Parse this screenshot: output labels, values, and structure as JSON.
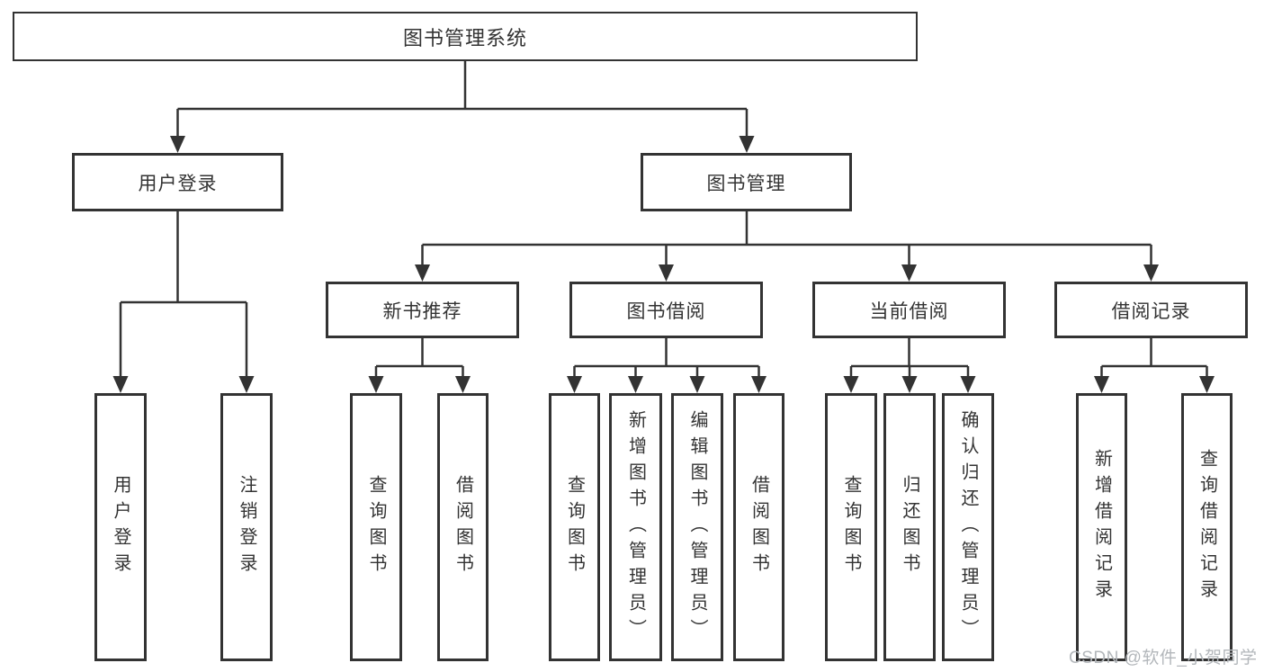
{
  "diagram": {
    "colors": {
      "line": "#333333",
      "text": "#333333",
      "background": "#ffffff",
      "watermark": "#b3b7bb"
    },
    "watermark": "CSDN @软件_小贺同学",
    "nodes": {
      "root": {
        "label": "图书管理系统"
      },
      "user_login": {
        "label": "用户登录"
      },
      "book_mgmt": {
        "label": "图书管理"
      },
      "new_book_rec": {
        "label": "新书推荐"
      },
      "book_borrow": {
        "label": "图书借阅"
      },
      "current_borrow": {
        "label": "当前借阅"
      },
      "borrow_record": {
        "label": "借阅记录"
      },
      "leaf_user_login": {
        "label": "用户登录"
      },
      "leaf_logout": {
        "label": "注销登录"
      },
      "rec_query_book": {
        "label": "查询图书"
      },
      "rec_borrow_book": {
        "label": "借阅图书"
      },
      "bb_query_book": {
        "label": "查询图书"
      },
      "bb_add_book": {
        "label": "新增图书（管理员）"
      },
      "bb_edit_book": {
        "label": "编辑图书（管理员）"
      },
      "bb_borrow_book": {
        "label": "借阅图书"
      },
      "cb_query_book": {
        "label": "查询图书"
      },
      "cb_return_book": {
        "label": "归还图书"
      },
      "cb_confirm_return": {
        "label": "确认归还（管理员）"
      },
      "br_add_record": {
        "label": "新增借阅记录"
      },
      "br_query_record": {
        "label": "查询借阅记录"
      }
    }
  }
}
